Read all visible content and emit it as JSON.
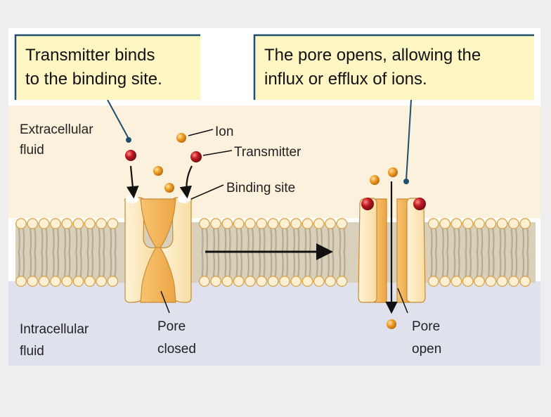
{
  "callouts": {
    "left": {
      "line1": "Transmitter binds",
      "line2": "to the binding site."
    },
    "right": {
      "line1": "The pore opens, allowing the",
      "line2": "influx or efflux of ions."
    }
  },
  "labels": {
    "extracellular_line1": "Extracellular",
    "extracellular_line2": "fluid",
    "intracellular_line1": "Intracellular",
    "intracellular_line2": "fluid",
    "ion": "Ion",
    "transmitter": "Transmitter",
    "binding_site": "Binding site",
    "pore_closed_line1": "Pore",
    "pore_closed_line2": "closed",
    "pore_open_line1": "Pore",
    "pore_open_line2": "open"
  },
  "colors": {
    "callout_fill": "#fdf6c3",
    "callout_border": "#1f4e6e",
    "extracellular_bg": "#fcf1dc",
    "intracellular_bg": "#dfe2ec",
    "lipid_head": "#fdf0d2",
    "lipid_tail": "#b6ab90",
    "channel_light": "#fde8bd",
    "channel_dark": "#f3b254",
    "transmitter": "#b8141d",
    "ion": "#e8941c"
  }
}
